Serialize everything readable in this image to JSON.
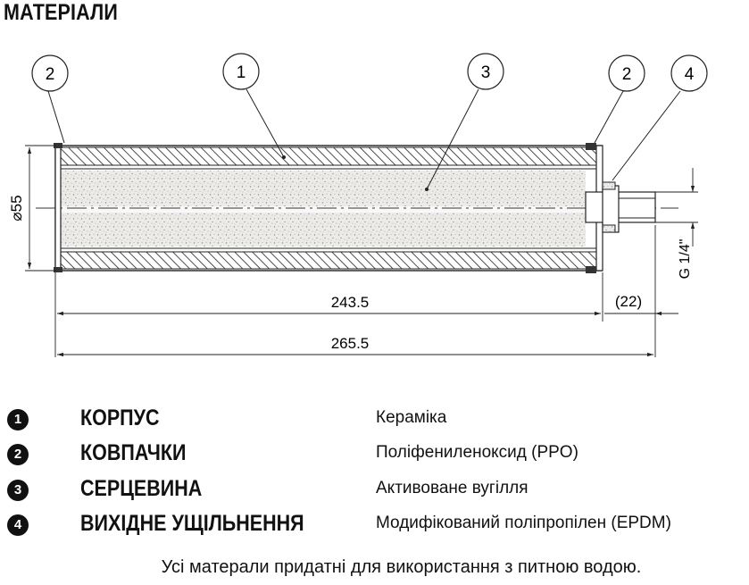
{
  "title": "МАТЕРІАЛИ",
  "drawing": {
    "callouts": [
      "2",
      "1",
      "3",
      "2",
      "4"
    ],
    "dim_diameter": "⌀55",
    "dim_thread": "G 1/4\"",
    "dim_inner": "243.5",
    "dim_outer": "265.5",
    "dim_outlet": "(22)"
  },
  "legend": [
    {
      "num": "1",
      "part": "КОРПУС",
      "material": "Кераміка"
    },
    {
      "num": "2",
      "part": "КОВПАЧКИ",
      "material": "Поліфениленоксид (PPO)"
    },
    {
      "num": "3",
      "part": "СЕРЦЕВИНА",
      "material": "Активоване вугілля"
    },
    {
      "num": "4",
      "part": "ВИХІДНЕ УЩІЛЬНЕННЯ",
      "material": "Модифікований поліпропілен (EPDM)"
    }
  ],
  "footer": "Усі матерали придатні для використання з питною водою."
}
